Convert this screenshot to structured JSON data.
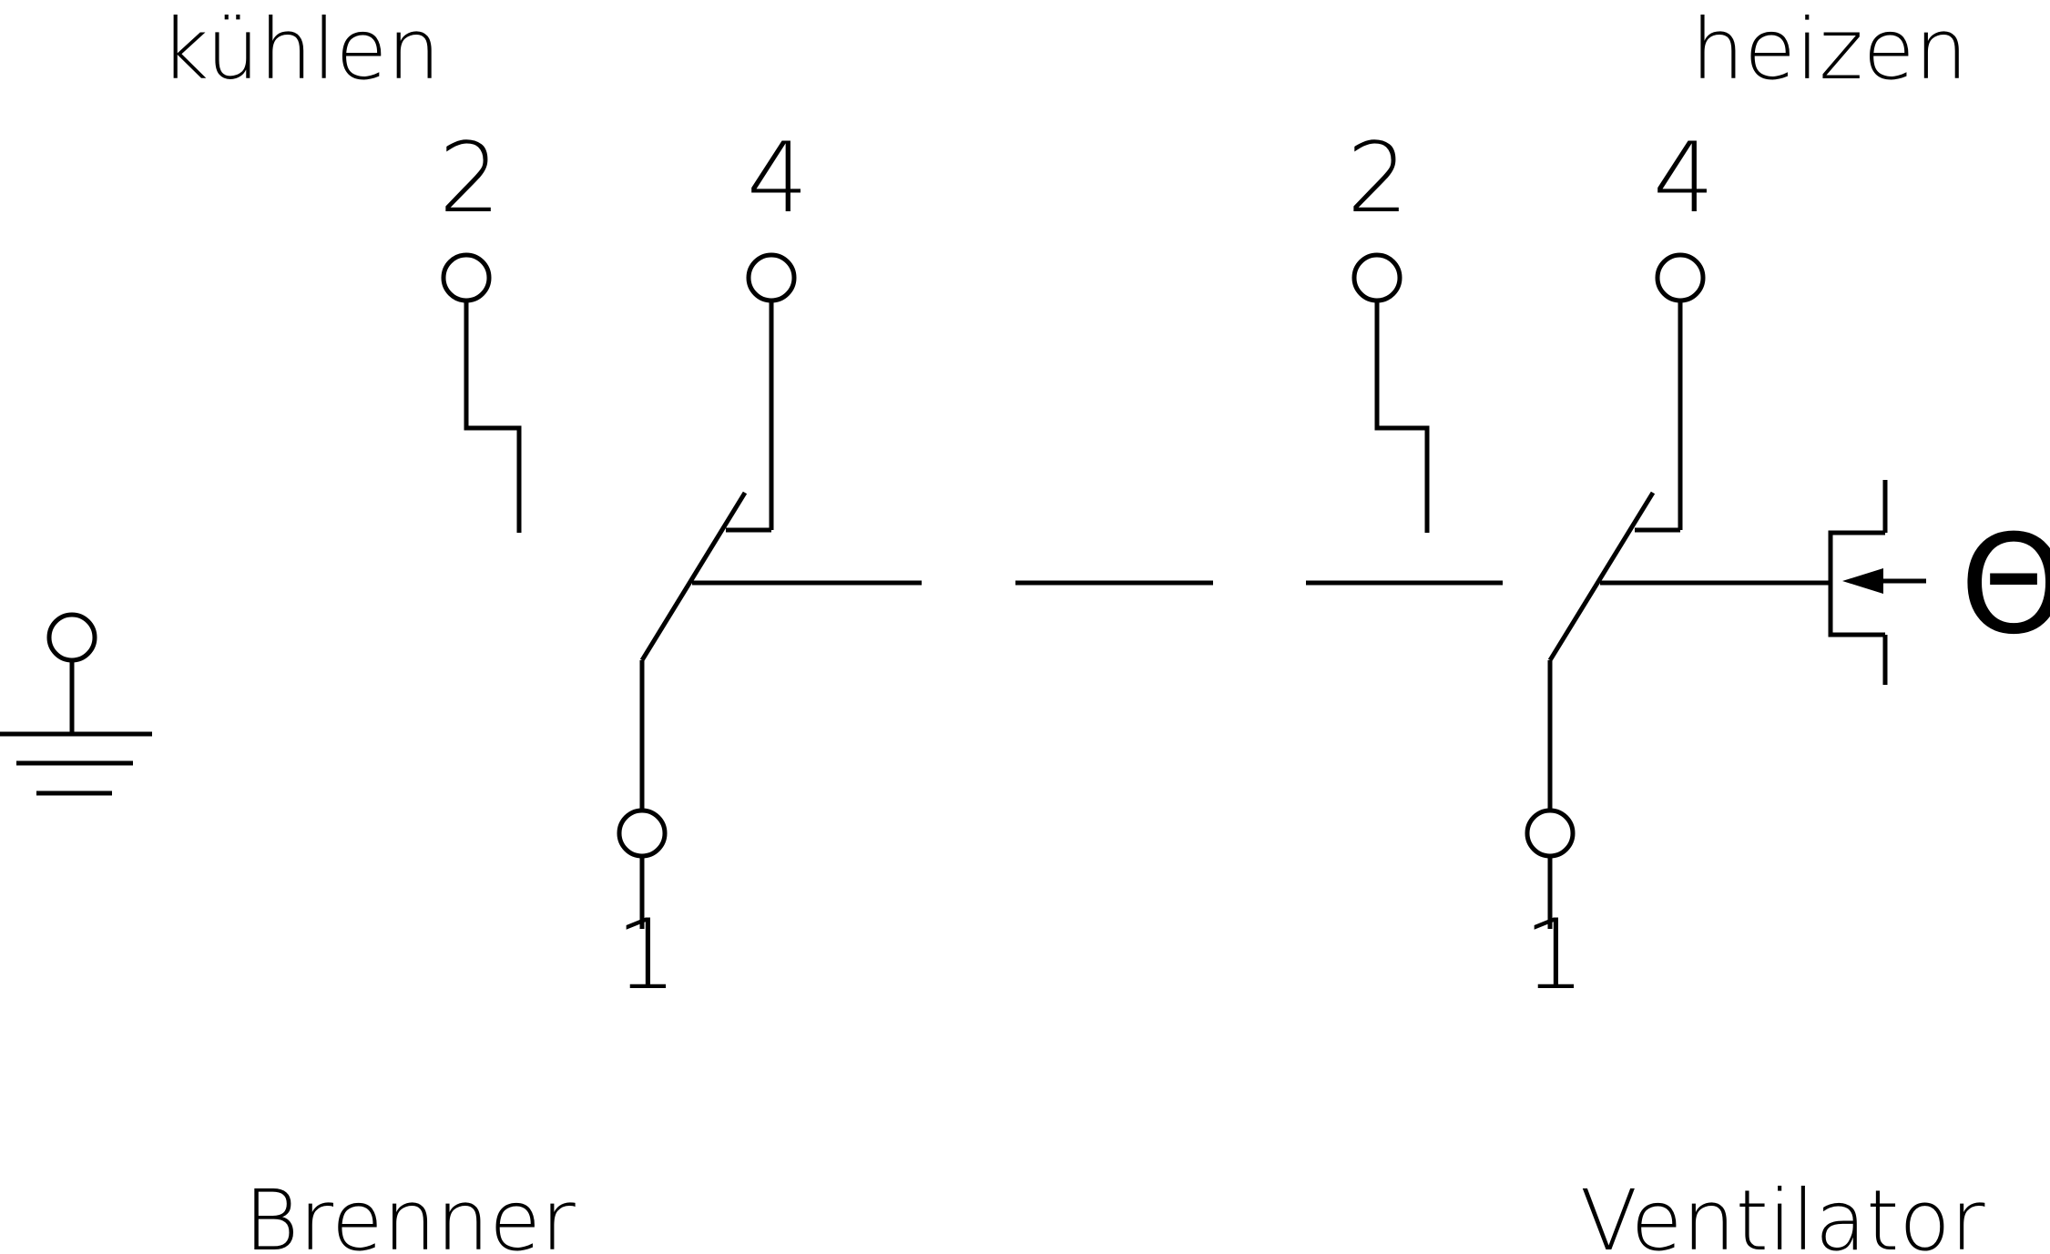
{
  "labels": {
    "kuehlen": "kühlen",
    "heizen": "heizen",
    "brenner": "Brenner",
    "ventilator": "Ventilator",
    "theta": "Θ"
  },
  "contacts": {
    "left": {
      "t2": "2",
      "t4": "4",
      "t1": "1"
    },
    "right": {
      "t2": "2",
      "t4": "4",
      "t1": "1"
    }
  }
}
